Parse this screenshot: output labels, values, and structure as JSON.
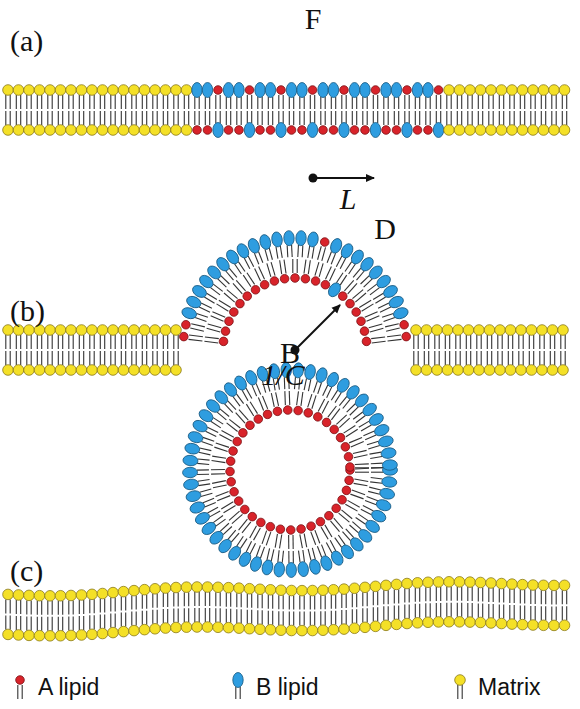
{
  "diagram": {
    "labels": [
      "(a)",
      "F",
      "L",
      "(b)",
      "D",
      "1/C",
      "(c)",
      "B"
    ],
    "legend": [
      {
        "text": "A lipid"
      },
      {
        "text": "B lipid"
      },
      {
        "text": "Matrix"
      }
    ]
  }
}
